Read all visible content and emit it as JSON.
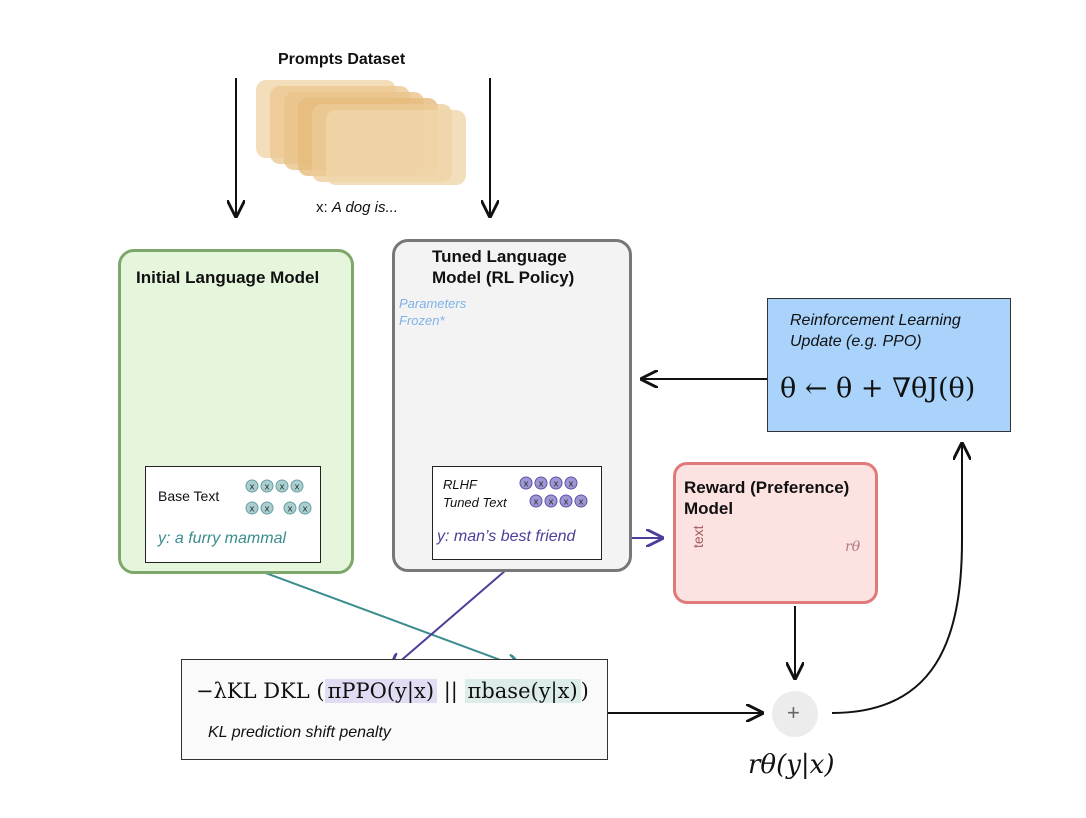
{
  "dataset": {
    "title": "Prompts Dataset",
    "prompt_prefix": "x: ",
    "prompt_text": "A dog is..."
  },
  "initial_model": {
    "title": "Initial Language Model",
    "output_label": "Base Text",
    "output_y": "y: a furry mammal"
  },
  "tuned_model": {
    "title_line1": "Tuned Language",
    "title_line2": "Model (RL Policy)",
    "frozen_line1": "Parameters",
    "frozen_line2": "Frozen*",
    "output_label_line1": "RLHF",
    "output_label_line2": "Tuned Text",
    "output_y": "y: man’s best friend"
  },
  "reward_model": {
    "title_line1": "Reward (Preference)",
    "title_line2": "Model",
    "input_label": "text",
    "output_symbol": "rθ"
  },
  "rl_update": {
    "label_line1": "Reinforcement Learning",
    "label_line2": "Update (e.g. PPO)",
    "equation": "θ ← θ + ∇θJ(θ)"
  },
  "kl_penalty": {
    "formula_prefix": "−λKL DKL (",
    "pi_ppo": "πPPO(y|x)",
    "separator": " || ",
    "pi_base": "πbase(y|x)",
    "formula_suffix": ")",
    "caption": "KL prediction shift penalty"
  },
  "sum_node": {
    "symbol": "+",
    "output_label": "rθ(y|x)"
  },
  "token_glyph": "x",
  "colors": {
    "initial_fill": "#e5f6dd",
    "initial_border": "#7ea86b",
    "tuned_fill": "#f3f3f3",
    "tuned_border": "#777777",
    "reward_fill": "#fde2e2",
    "reward_border": "#e07a7a",
    "rl_fill": "#a9d3fb",
    "teal_arrow": "#3a8c8e",
    "purple_arrow": "#4b3f99",
    "dataset_card": "#e6bb7c"
  }
}
